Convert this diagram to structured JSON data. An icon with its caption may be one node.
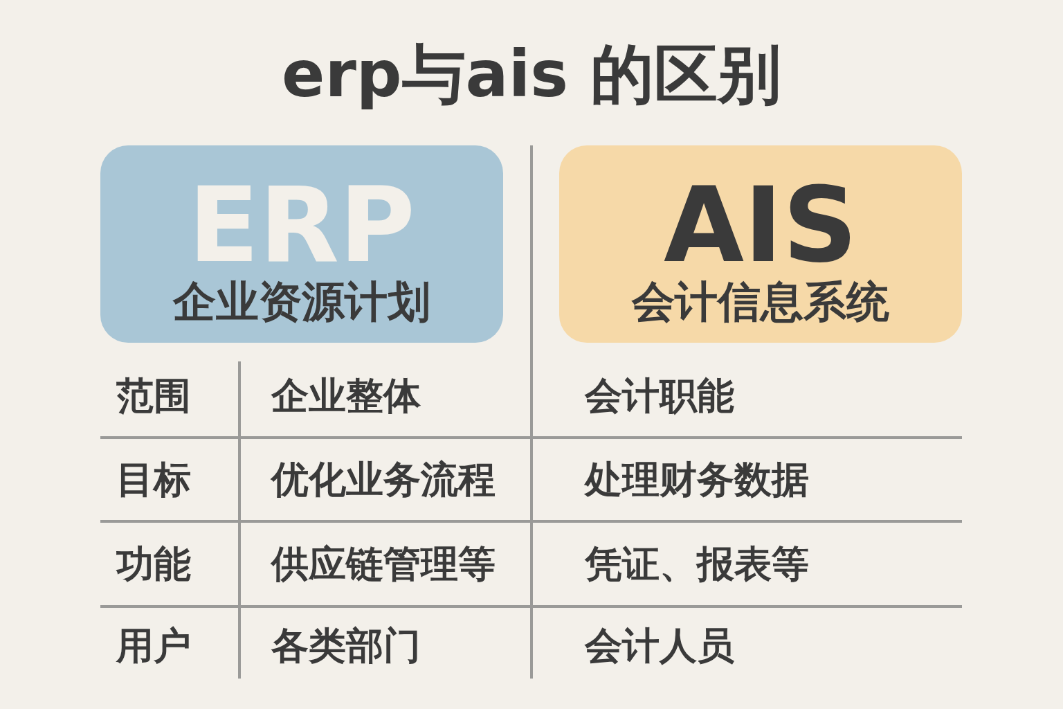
{
  "diagram": {
    "title": "erp与ais 的区别",
    "nodes": [
      {
        "text": [
          "ERP",
          "企业资源计划"
        ]
      },
      {
        "text": [
          "AIS",
          "会计信息系统"
        ]
      }
    ],
    "labels": [
      "范围",
      "企业整体",
      "会计职能",
      "目标",
      "优化业务流程",
      "处理财务数据",
      "功能",
      "供应链管理等",
      "凭证、报表等",
      "用户",
      "各类部门",
      "会计人员"
    ]
  }
}
